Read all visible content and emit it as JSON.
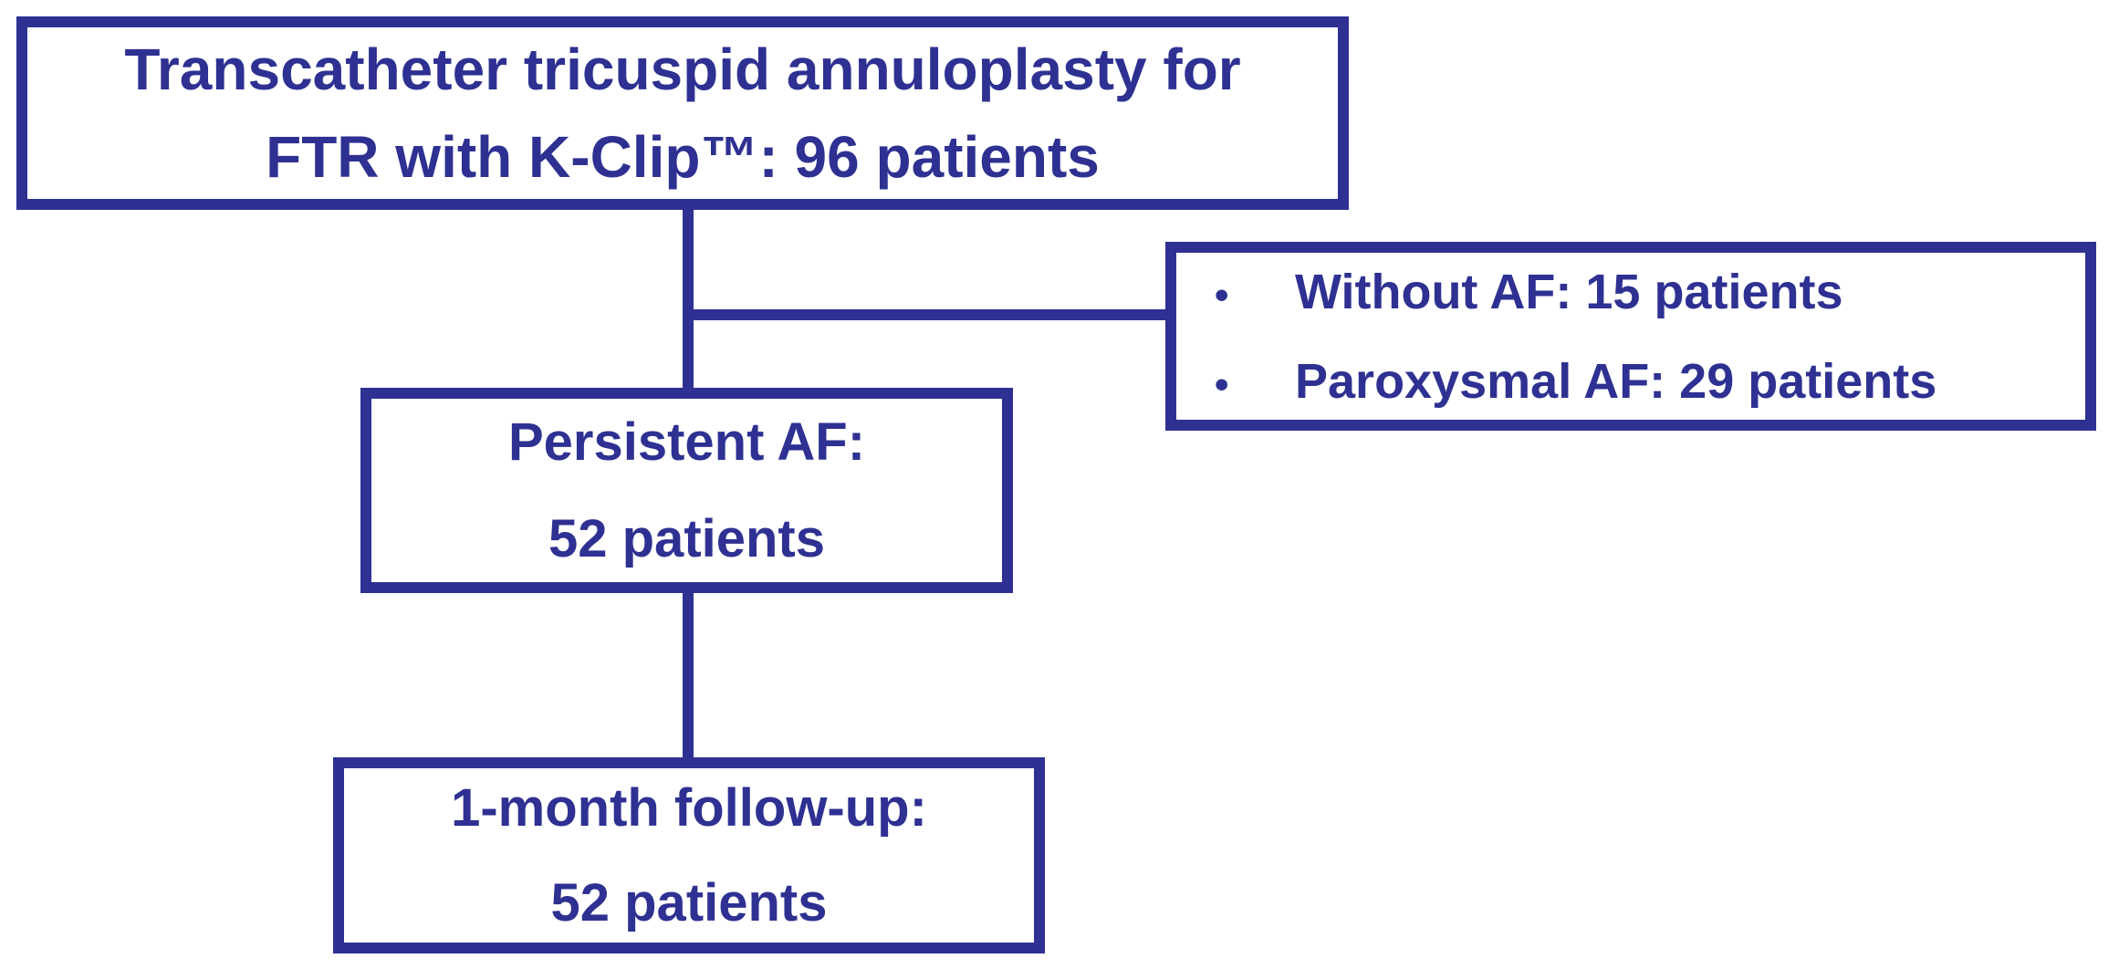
{
  "colors": {
    "accent": "#2E3192",
    "background": "#FFFFFF"
  },
  "bullet_glyph": "•",
  "nodes": {
    "enrollment": {
      "line1": "Transcatheter tricuspid annuloplasty for",
      "line2": "FTR with K-Clip™: 96 patients"
    },
    "excluded": {
      "items": [
        {
          "label": "Without AF: 15 patients"
        },
        {
          "label": "Paroxysmal AF: 29 patients"
        }
      ]
    },
    "persistent_af": {
      "line1": "Persistent AF:",
      "line2": "52 patients"
    },
    "follow_up": {
      "line1": "1-month follow-up:",
      "line2": "52 patients"
    }
  }
}
